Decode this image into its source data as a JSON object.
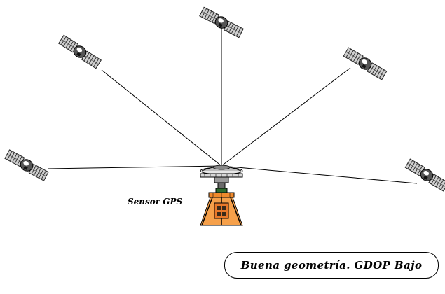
{
  "diagram": {
    "sensor_label": "Sensor GPS",
    "caption": "Buena geometría. GDOP Bajo",
    "satellites": [
      {
        "name": "satellite-top"
      },
      {
        "name": "satellite-upper-left"
      },
      {
        "name": "satellite-upper-right"
      },
      {
        "name": "satellite-left"
      },
      {
        "name": "satellite-right"
      }
    ]
  }
}
